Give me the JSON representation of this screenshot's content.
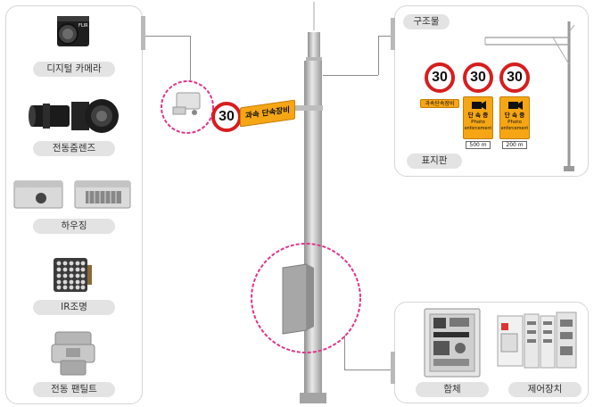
{
  "left_panel": {
    "items": [
      {
        "label": "디지털 카메라"
      },
      {
        "label": "전동줌렌즈"
      },
      {
        "label": "하우징"
      },
      {
        "label": "IR조명"
      },
      {
        "label": "전동 팬틸트"
      }
    ]
  },
  "pole": {
    "sign_speed": "30",
    "banner_text": "과속 단속장비"
  },
  "top_right_panel": {
    "title": "구조물",
    "footer": "표지판",
    "signs": [
      {
        "speed": "30",
        "sub_label": "과속단속장비"
      },
      {
        "speed": "30",
        "board_title": "단 속 중",
        "board_line1": "Photo",
        "board_line2": "enforcement",
        "distance": "500 m"
      },
      {
        "speed": "30",
        "board_title": "단 속 중",
        "board_line1": "Photo",
        "board_line2": "enforcement",
        "distance": "200 m"
      }
    ]
  },
  "bottom_right_panel": {
    "items": [
      {
        "label": "함체"
      },
      {
        "label": "제어장치"
      }
    ]
  },
  "colors": {
    "highlight_circle": "#e0368c",
    "sign_red": "#d61e1e",
    "board_orange": "#f6a614",
    "pill_gray": "#e3e3e3",
    "panel_border": "#d6d6d6"
  }
}
